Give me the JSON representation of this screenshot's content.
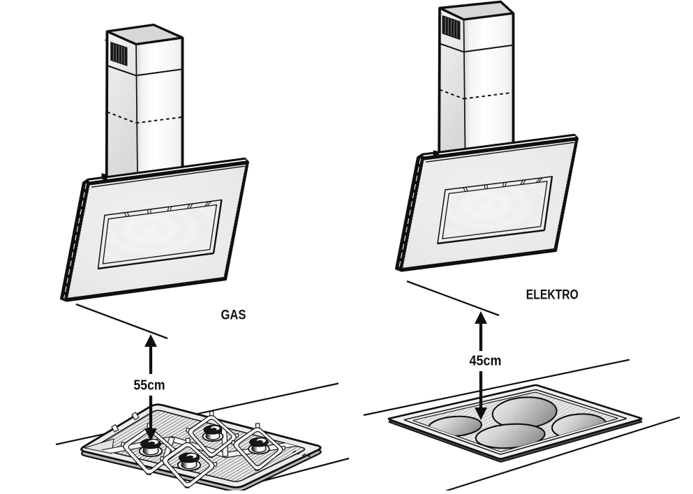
{
  "document": {
    "type": "appliance manual installation diagram",
    "description": "Minimum mounting distance of chimney cooker hood above gas and electric hobs"
  },
  "colors": {
    "ink": "#0f0f0f",
    "paper": "#ffffff"
  },
  "scenes": {
    "left": {
      "fuel": "GAS",
      "distance": "55cm",
      "hob": "4-burner gas hob",
      "hood": "angled chimney cooker hood"
    },
    "right": {
      "fuel": "ELEKTRO",
      "distance": "45cm",
      "hob": "4-zone ceramic electric hob",
      "hood": "angled chimney cooker hood"
    }
  }
}
